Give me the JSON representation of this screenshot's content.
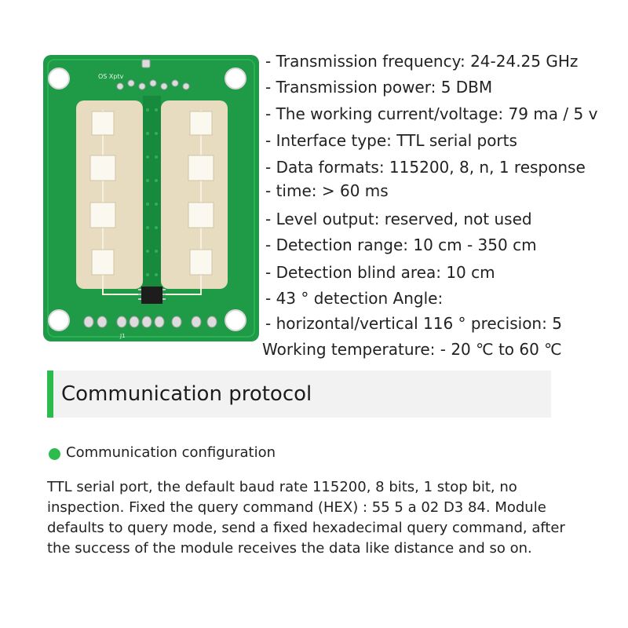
{
  "board": {
    "silkscreen": "OS Xptv",
    "connector_label": "J1"
  },
  "specs": [
    "- Transmission frequency: 24-24.25 GHz",
    "- Transmission power: 5 DBM",
    "- The working current/voltage: 79 ma / 5 v",
    "- Interface type: TTL serial ports",
    "- Data formats: 115200, 8, n, 1 response",
    "- time: > 60 ms",
    "- Level output: reserved, not used",
    "- Detection range: 10 cm - 350 cm",
    "- Detection blind area: 10 cm",
    "- 43 ° detection Angle:",
    "- horizontal/vertical 116 ° precision: 5",
    "Working temperature: - 20 ℃ to 60 ℃"
  ],
  "section": {
    "title": "Communication protocol"
  },
  "config": {
    "heading": "Communication configuration",
    "lines": [
      "TTL serial port, the default baud rate 115200, 8 bits, 1 stop bit, no",
      "inspection. Fixed the query command (HEX) : 55 5 a 02 D3 84. Module",
      "defaults to query mode, send a fixed hexadecimal query command, after",
      "the success of the module receives the data like distance and so on."
    ]
  },
  "colors": {
    "accent": "#2dbb4e",
    "pcb_green": "#1f9a46",
    "antenna": "#e7dcc0"
  }
}
